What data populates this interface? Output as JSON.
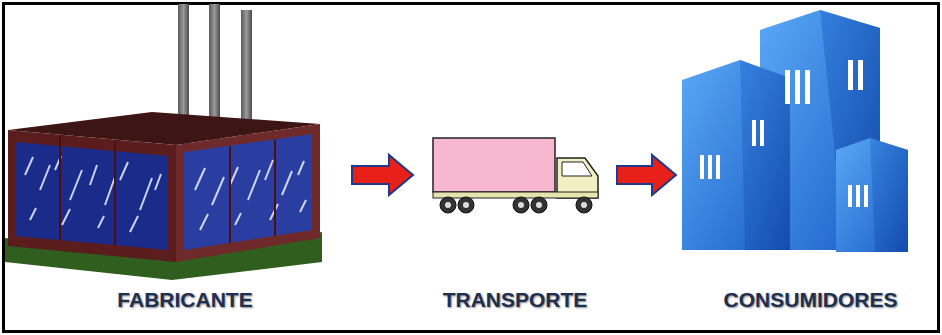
{
  "diagram": {
    "nodes": [
      {
        "text": [
          "FABRICANTE"
        ]
      },
      {
        "text": [
          "TRANSPORTE"
        ]
      },
      {
        "text": [
          "CONSUMIDORES"
        ]
      }
    ],
    "edges": [
      {
        "from": 0,
        "to": 1,
        "arrow": "to"
      },
      {
        "from": 1,
        "to": 2,
        "arrow": "to"
      }
    ]
  }
}
